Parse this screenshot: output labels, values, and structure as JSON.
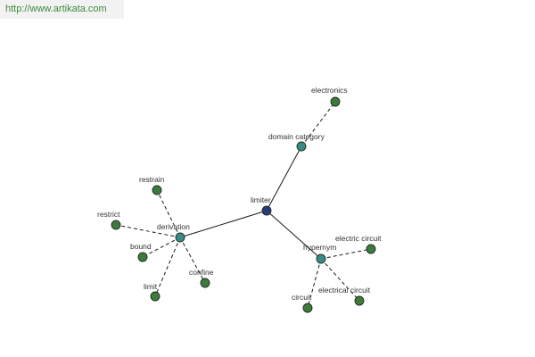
{
  "source": {
    "url_text": "http://www.artikata.com"
  },
  "colors": {
    "center": "#2a3a7a",
    "relation": "#3a8a88",
    "leaf": "#3e7a3e",
    "edge": "#1a1a1a"
  },
  "graph": {
    "nodes": [
      {
        "id": "limiter",
        "label": "limiter",
        "kind": "center"
      },
      {
        "id": "derivation",
        "label": "derivation",
        "kind": "relation"
      },
      {
        "id": "domain-category",
        "label": "domain category",
        "kind": "relation"
      },
      {
        "id": "hypernym",
        "label": "hypernym",
        "kind": "relation"
      },
      {
        "id": "electronics",
        "label": "electronics",
        "kind": "leaf"
      },
      {
        "id": "restrain",
        "label": "restrain",
        "kind": "leaf"
      },
      {
        "id": "restrict",
        "label": "restrict",
        "kind": "leaf"
      },
      {
        "id": "bound",
        "label": "bound",
        "kind": "leaf"
      },
      {
        "id": "limit",
        "label": "limit",
        "kind": "leaf"
      },
      {
        "id": "confine",
        "label": "confine",
        "kind": "leaf"
      },
      {
        "id": "electric-circuit",
        "label": "electric circuit",
        "kind": "leaf"
      },
      {
        "id": "electrical-circuit",
        "label": "electrical circuit",
        "kind": "leaf"
      },
      {
        "id": "circuit",
        "label": "circuit",
        "kind": "leaf"
      }
    ],
    "edges": [
      {
        "from": "limiter",
        "to": "derivation",
        "style": "solid"
      },
      {
        "from": "limiter",
        "to": "domain-category",
        "style": "solid"
      },
      {
        "from": "limiter",
        "to": "hypernym",
        "style": "solid"
      },
      {
        "from": "domain-category",
        "to": "electronics",
        "style": "dashed"
      },
      {
        "from": "derivation",
        "to": "restrain",
        "style": "dashed"
      },
      {
        "from": "derivation",
        "to": "restrict",
        "style": "dashed"
      },
      {
        "from": "derivation",
        "to": "bound",
        "style": "dashed"
      },
      {
        "from": "derivation",
        "to": "limit",
        "style": "dashed"
      },
      {
        "from": "derivation",
        "to": "confine",
        "style": "dashed"
      },
      {
        "from": "hypernym",
        "to": "electric-circuit",
        "style": "dashed"
      },
      {
        "from": "hypernym",
        "to": "electrical-circuit",
        "style": "dashed"
      },
      {
        "from": "hypernym",
        "to": "circuit",
        "style": "dashed"
      }
    ]
  }
}
